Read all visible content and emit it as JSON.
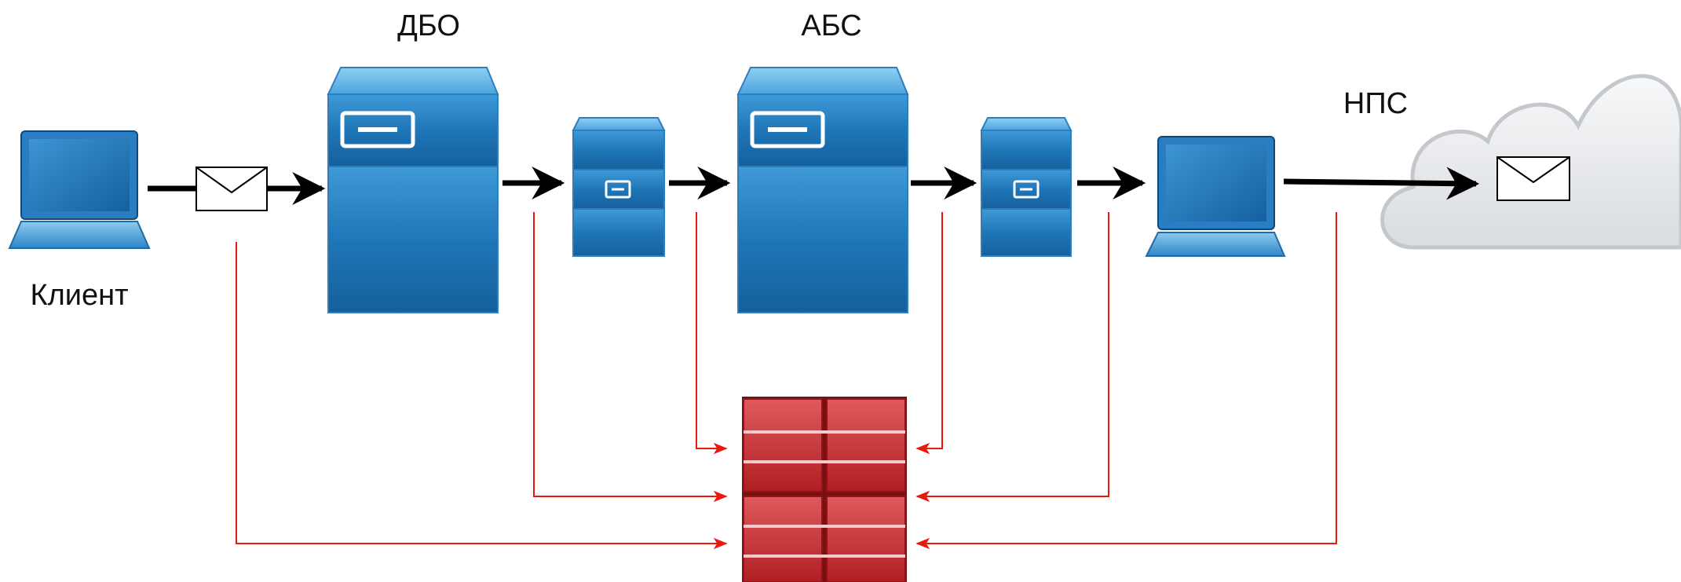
{
  "labels": {
    "client": "Клиент",
    "dbo": "ДБО",
    "abs": "АБС",
    "nps": "НПС"
  },
  "colors": {
    "device_blue": "#1a6fb0",
    "device_blue_light": "#4aa3dd",
    "device_blue_dark": "#0d4a80",
    "flow_arrow": "#000000",
    "monitor_line": "#e8190e",
    "firewall_red": "#c4272b",
    "cloud_fill": "#e9ebee"
  },
  "nodes": [
    {
      "id": "client",
      "icon": "laptop-icon",
      "label_key": "labels.client"
    },
    {
      "id": "dbo",
      "icon": "server-tower-icon",
      "label_key": "labels.dbo"
    },
    {
      "id": "gateway-1",
      "icon": "file-server-icon"
    },
    {
      "id": "abs",
      "icon": "server-tower-icon",
      "label_key": "labels.abs"
    },
    {
      "id": "gateway-2",
      "icon": "file-server-icon"
    },
    {
      "id": "workstation",
      "icon": "laptop-icon"
    },
    {
      "id": "nps",
      "icon": "cloud-icon",
      "label_key": "labels.nps"
    },
    {
      "id": "firewall",
      "icon": "firewall-icon"
    }
  ],
  "messages": [
    {
      "id": "message-client",
      "icon": "envelope-icon"
    },
    {
      "id": "message-nps",
      "icon": "envelope-icon"
    }
  ]
}
